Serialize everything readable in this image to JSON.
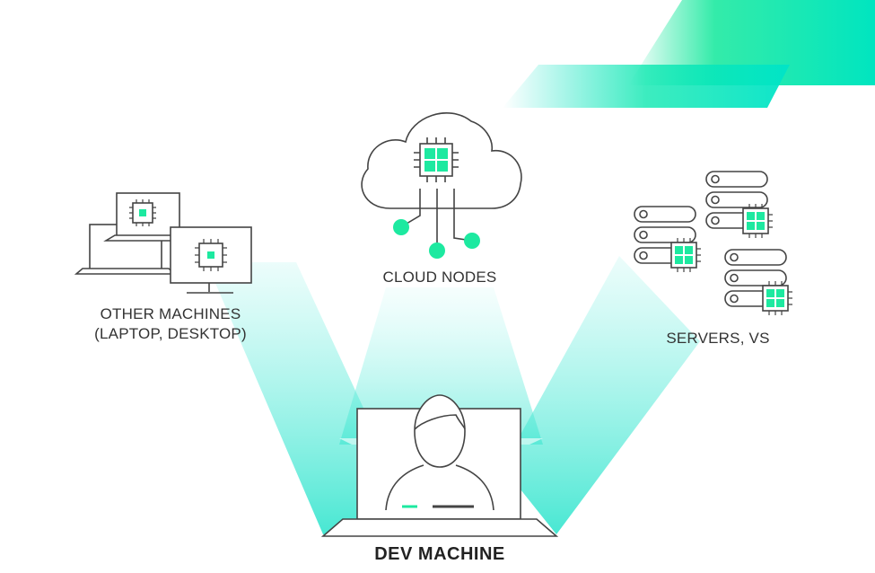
{
  "nodes": {
    "cloud": {
      "label": "CLOUD NODES"
    },
    "other": {
      "line1": "OTHER MACHINES",
      "line2": "(LAPTOP, DESKTOP)"
    },
    "servers": {
      "label": "SERVERS, VS"
    },
    "dev": {
      "label": "DEV MACHINE"
    }
  },
  "colors": {
    "accent": "#1de9a0",
    "beam": "#5fead6",
    "outline": "#444444"
  },
  "icons": [
    "cloud-icon",
    "chip-icon",
    "laptop-icon",
    "monitor-icon",
    "server-rack-icon",
    "person-icon"
  ]
}
